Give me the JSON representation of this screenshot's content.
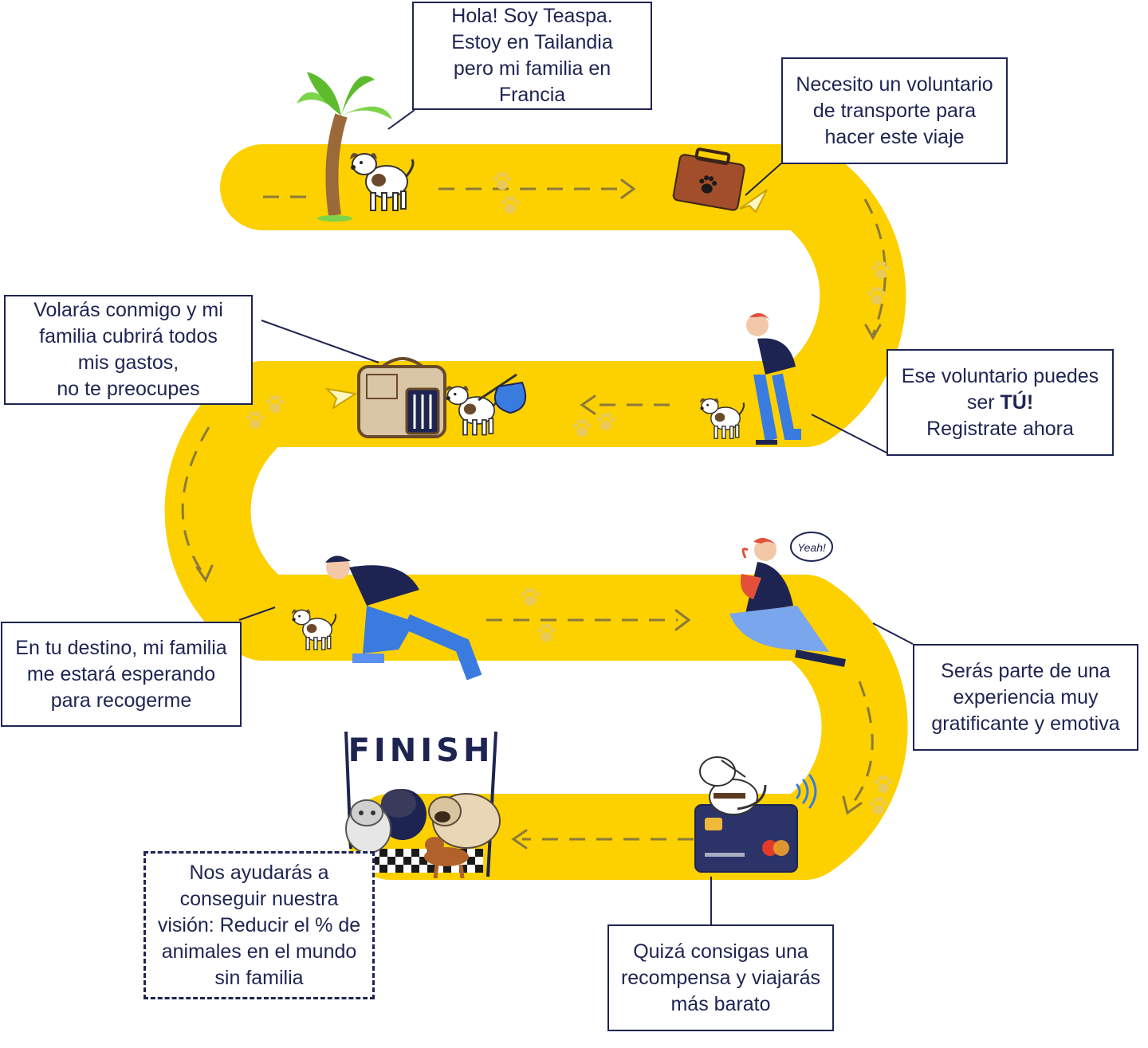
{
  "colors": {
    "road": "#fdd000",
    "navy": "#1e2452",
    "arrow": "#8a7a3c",
    "paw": "#e8c95a",
    "white": "#ffffff"
  },
  "callouts": {
    "teaspa": {
      "lines": [
        "Hola! Soy Teaspa.",
        "Estoy en Tailandia",
        "pero mi familia en",
        "Francia"
      ]
    },
    "voluntario": {
      "lines": [
        "Necesito un voluntario",
        "de transporte para",
        "hacer este viaje"
      ]
    },
    "volaras": {
      "lines": [
        "Volarás conmigo y mi",
        "familia cubrirá todos",
        "mis gastos,",
        "no te preocupes"
      ]
    },
    "tu": {
      "line1": "Ese voluntario puedes",
      "line2_pre": "ser ",
      "line2_bold": "TÚ!",
      "line3": "Registrate ahora"
    },
    "destino": {
      "lines": [
        "En tu destino, mi familia",
        "me estará esperando",
        "para recogerme"
      ]
    },
    "experiencia": {
      "lines": [
        "Serás parte de una",
        "experiencia muy",
        "gratificante y emotiva"
      ]
    },
    "recompensa": {
      "lines": [
        "Quizá consigas una",
        "recompensa y viajarás",
        "más barato"
      ]
    },
    "vision": {
      "lines": [
        "Nos ayudarás a",
        "conseguir nuestra",
        "visión: Reducir el % de",
        "animales en el mundo",
        "sin familia"
      ]
    }
  },
  "finish": {
    "label": "FINISH"
  },
  "speech": {
    "yeah": "Yeah!"
  },
  "icons": [
    "palm-tree-icon",
    "dog-icon",
    "suitcase-icon",
    "paw-icon",
    "paper-plane-icon",
    "pet-carrier-icon",
    "bindle-icon",
    "volunteer-person-icon",
    "credit-card-icon",
    "contactless-icon",
    "finish-banner-icon",
    "dog-group-icon"
  ]
}
